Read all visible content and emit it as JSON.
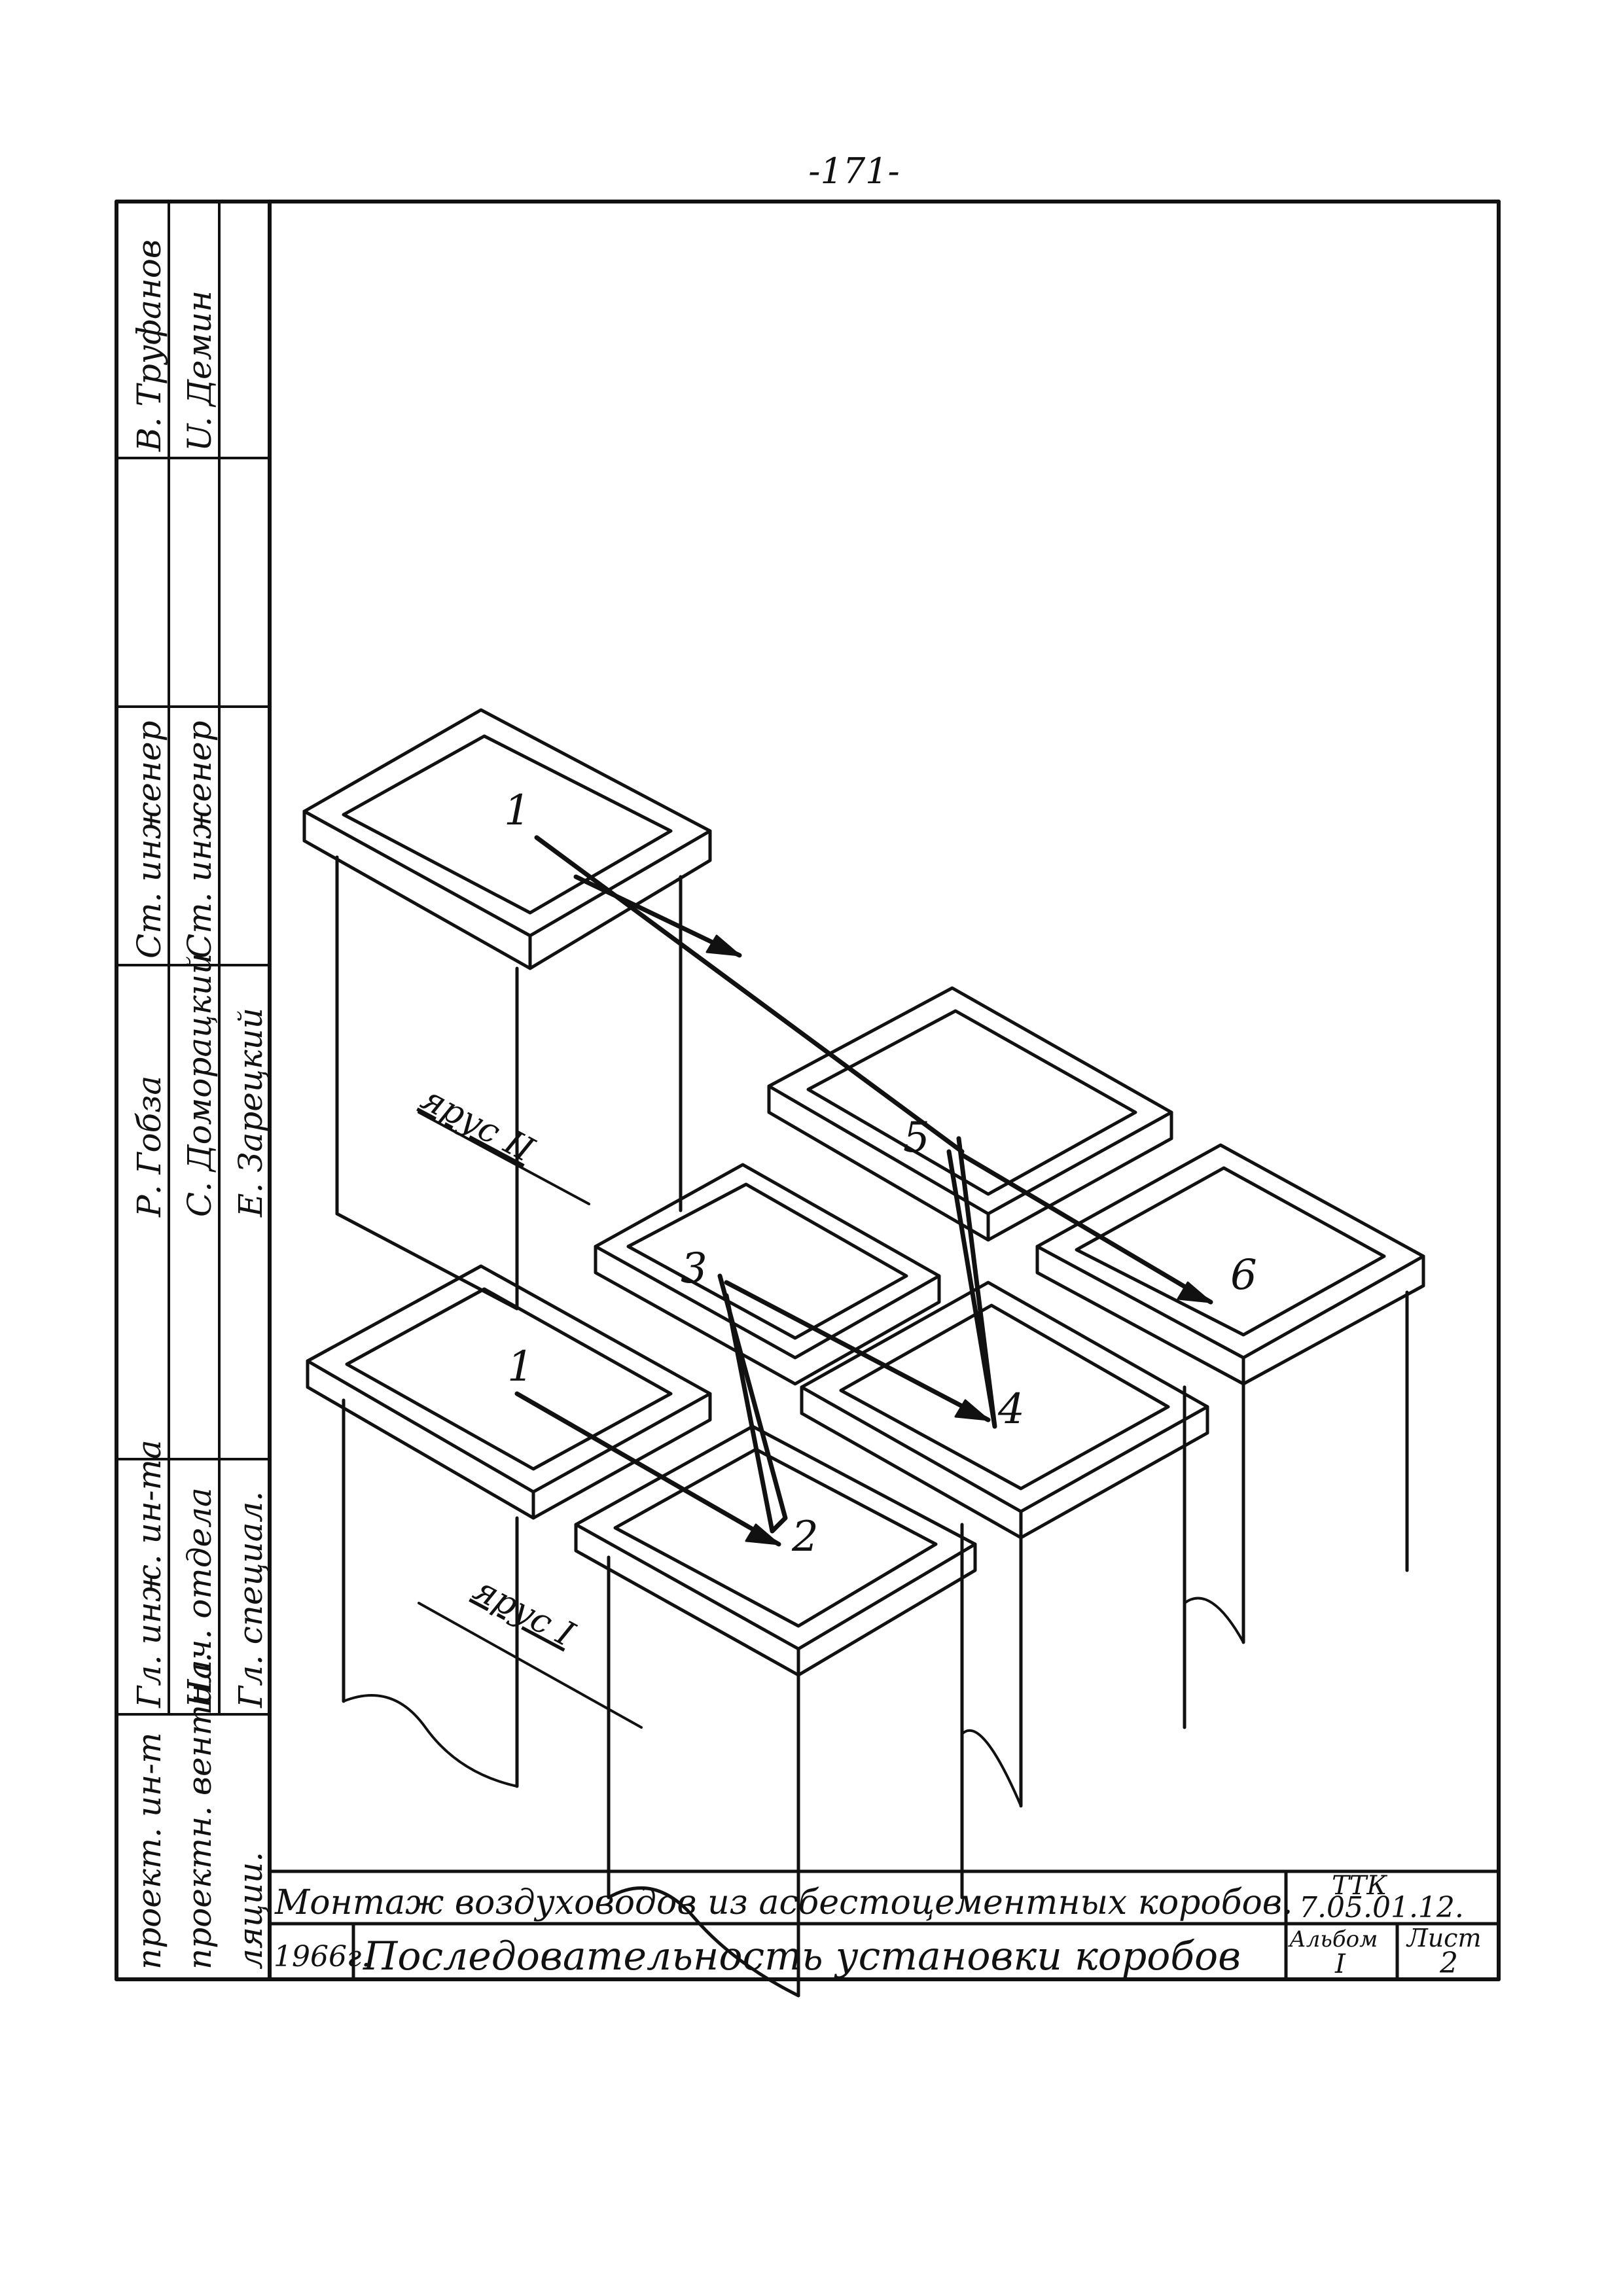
{
  "page_number": "-171-",
  "side_stamp": {
    "names_col1": [
      "В. Труфанов",
      "U. Демин"
    ],
    "roles_row": [
      "Ст. инженер",
      "Ст. инженер"
    ],
    "names_col2": [
      "Р. Гобза",
      "С. Доморацкий",
      "Е. Зарецкий"
    ],
    "roles_col2": [
      "Гл. инж. ин-та",
      "Нач. отдела",
      "Гл. специал."
    ],
    "org": [
      "проект. ин-т",
      "проектн. вентил.",
      "ляции."
    ]
  },
  "drawing": {
    "tier_labels": [
      "ярус II",
      "ярус I"
    ],
    "box_numbers": [
      "1",
      "1",
      "2",
      "3",
      "4",
      "5",
      "6"
    ]
  },
  "title_block": {
    "row1_title": "Монтаж воздуховодов из асбестоцементных коробов.",
    "code_label": "ТТК",
    "code_value": "7.05.01.12.",
    "year": "1966г.",
    "row2_title": "Последовательность установки коробов",
    "album_label": "Альбом",
    "album_value": "I",
    "sheet_label": "Лист",
    "sheet_value": "2"
  }
}
